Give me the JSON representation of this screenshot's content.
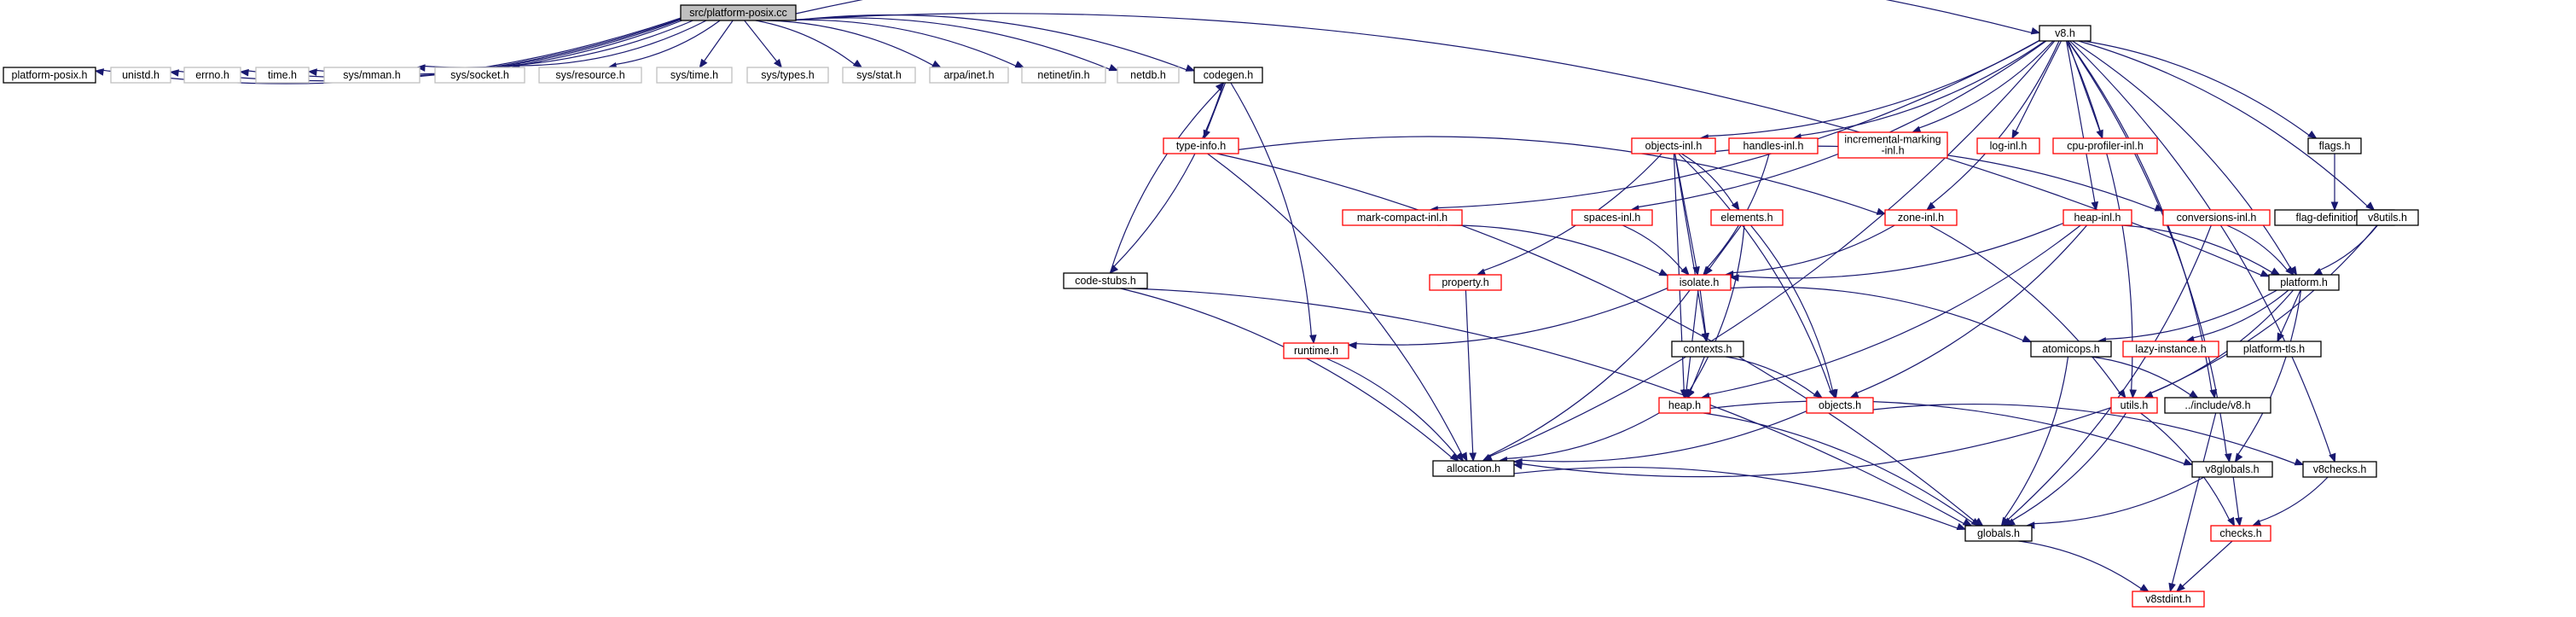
{
  "colors": {
    "edge": "#191970",
    "root_fill": "#bfbfbf",
    "black_border": "#000000",
    "gray_border": "#bfbfbf",
    "red_border": "#ff0000",
    "text": "#000000"
  },
  "nodes": [
    {
      "id": "platform-posix-cc",
      "label": "src/platform-posix.cc",
      "style": "root",
      "interactable": false
    },
    {
      "id": "platform-posix-h",
      "label": "platform-posix.h",
      "style": "black",
      "interactable": true
    },
    {
      "id": "unistd-h",
      "label": "unistd.h",
      "style": "gray",
      "interactable": false
    },
    {
      "id": "errno-h",
      "label": "errno.h",
      "style": "gray",
      "interactable": false
    },
    {
      "id": "time-h",
      "label": "time.h",
      "style": "gray",
      "interactable": false
    },
    {
      "id": "sys-mman-h",
      "label": "sys/mman.h",
      "style": "gray",
      "interactable": false
    },
    {
      "id": "sys-socket-h",
      "label": "sys/socket.h",
      "style": "gray",
      "interactable": false
    },
    {
      "id": "sys-resource-h",
      "label": "sys/resource.h",
      "style": "gray",
      "interactable": false
    },
    {
      "id": "sys-time-h",
      "label": "sys/time.h",
      "style": "gray",
      "interactable": false
    },
    {
      "id": "sys-types-h",
      "label": "sys/types.h",
      "style": "gray",
      "interactable": false
    },
    {
      "id": "sys-stat-h",
      "label": "sys/stat.h",
      "style": "gray",
      "interactable": false
    },
    {
      "id": "arpa-inet-h",
      "label": "arpa/inet.h",
      "style": "gray",
      "interactable": false
    },
    {
      "id": "netinet-in-h",
      "label": "netinet/in.h",
      "style": "gray",
      "interactable": false
    },
    {
      "id": "netdb-h",
      "label": "netdb.h",
      "style": "gray",
      "interactable": false
    },
    {
      "id": "codegen-h",
      "label": "codegen.h",
      "style": "black",
      "interactable": true
    },
    {
      "id": "v8-h",
      "label": "v8.h",
      "style": "black",
      "interactable": true
    },
    {
      "id": "type-info-h",
      "label": "type-info.h",
      "style": "red",
      "interactable": true
    },
    {
      "id": "code-stubs-h",
      "label": "code-stubs.h",
      "style": "black",
      "interactable": true
    },
    {
      "id": "objects-inl-h",
      "label": "objects-inl.h",
      "style": "red",
      "interactable": true
    },
    {
      "id": "handles-inl-h",
      "label": "handles-inl.h",
      "style": "red",
      "interactable": true
    },
    {
      "id": "incremental-marking-inl-h",
      "label": "incremental-marking\n-inl.h",
      "style": "red",
      "interactable": true
    },
    {
      "id": "log-inl-h",
      "label": "log-inl.h",
      "style": "red",
      "interactable": true
    },
    {
      "id": "cpu-profiler-inl-h",
      "label": "cpu-profiler-inl.h",
      "style": "red",
      "interactable": true
    },
    {
      "id": "flags-h",
      "label": "flags.h",
      "style": "black",
      "interactable": true
    },
    {
      "id": "flag-definitions-h",
      "label": "flag-definitions.h",
      "style": "black",
      "interactable": true
    },
    {
      "id": "mark-compact-inl-h",
      "label": "mark-compact-inl.h",
      "style": "red",
      "interactable": true
    },
    {
      "id": "spaces-inl-h",
      "label": "spaces-inl.h",
      "style": "red",
      "interactable": true
    },
    {
      "id": "elements-h",
      "label": "elements.h",
      "style": "red",
      "interactable": true
    },
    {
      "id": "zone-inl-h",
      "label": "zone-inl.h",
      "style": "red",
      "interactable": true
    },
    {
      "id": "heap-inl-h",
      "label": "heap-inl.h",
      "style": "red",
      "interactable": true
    },
    {
      "id": "conversions-inl-h",
      "label": "conversions-inl.h",
      "style": "red",
      "interactable": true
    },
    {
      "id": "v8utils-h",
      "label": "v8utils.h",
      "style": "black",
      "interactable": true
    },
    {
      "id": "property-h",
      "label": "property.h",
      "style": "red",
      "interactable": true
    },
    {
      "id": "isolate-h",
      "label": "isolate.h",
      "style": "red",
      "interactable": true
    },
    {
      "id": "platform-h",
      "label": "platform.h",
      "style": "black",
      "interactable": true
    },
    {
      "id": "runtime-h",
      "label": "runtime.h",
      "style": "red",
      "interactable": true
    },
    {
      "id": "contexts-h",
      "label": "contexts.h",
      "style": "black",
      "interactable": true
    },
    {
      "id": "atomicops-h",
      "label": "atomicops.h",
      "style": "black",
      "interactable": true
    },
    {
      "id": "lazy-instance-h",
      "label": "lazy-instance.h",
      "style": "red",
      "interactable": true
    },
    {
      "id": "platform-tls-h",
      "label": "platform-tls.h",
      "style": "black",
      "interactable": true
    },
    {
      "id": "heap-h",
      "label": "heap.h",
      "style": "red",
      "interactable": true
    },
    {
      "id": "objects-h",
      "label": "objects.h",
      "style": "red",
      "interactable": true
    },
    {
      "id": "utils-h",
      "label": "utils.h",
      "style": "red",
      "interactable": true
    },
    {
      "id": "include-v8-h",
      "label": "../include/v8.h",
      "style": "black",
      "interactable": true
    },
    {
      "id": "allocation-h",
      "label": "allocation.h",
      "style": "black",
      "interactable": true
    },
    {
      "id": "v8globals-h",
      "label": "v8globals.h",
      "style": "black",
      "interactable": true
    },
    {
      "id": "v8checks-h",
      "label": "v8checks.h",
      "style": "black",
      "interactable": true
    },
    {
      "id": "checks-h",
      "label": "checks.h",
      "style": "red",
      "interactable": true
    },
    {
      "id": "globals-h",
      "label": "globals.h",
      "style": "black",
      "interactable": true
    },
    {
      "id": "v8stdint-h",
      "label": "v8stdint.h",
      "style": "red",
      "interactable": true
    }
  ],
  "edges": [
    [
      "platform-posix-cc",
      "platform-posix-h"
    ],
    [
      "platform-posix-cc",
      "unistd-h"
    ],
    [
      "platform-posix-cc",
      "errno-h"
    ],
    [
      "platform-posix-cc",
      "time-h"
    ],
    [
      "platform-posix-cc",
      "sys-mman-h"
    ],
    [
      "platform-posix-cc",
      "sys-socket-h"
    ],
    [
      "platform-posix-cc",
      "sys-resource-h"
    ],
    [
      "platform-posix-cc",
      "sys-time-h"
    ],
    [
      "platform-posix-cc",
      "sys-types-h"
    ],
    [
      "platform-posix-cc",
      "sys-stat-h"
    ],
    [
      "platform-posix-cc",
      "arpa-inet-h"
    ],
    [
      "platform-posix-cc",
      "netinet-in-h"
    ],
    [
      "platform-posix-cc",
      "netdb-h"
    ],
    [
      "platform-posix-cc",
      "codegen-h"
    ],
    [
      "platform-posix-cc",
      "v8-h"
    ],
    [
      "platform-posix-cc",
      "platform-h"
    ],
    [
      "codegen-h",
      "type-info-h"
    ],
    [
      "codegen-h",
      "code-stubs-h"
    ],
    [
      "codegen-h",
      "runtime-h"
    ],
    [
      "code-stubs-h",
      "codegen-h"
    ],
    [
      "code-stubs-h",
      "allocation-h"
    ],
    [
      "code-stubs-h",
      "globals-h"
    ],
    [
      "type-info-h",
      "allocation-h"
    ],
    [
      "type-info-h",
      "globals-h"
    ],
    [
      "type-info-h",
      "zone-inl-h"
    ],
    [
      "v8-h",
      "objects-inl-h"
    ],
    [
      "v8-h",
      "handles-inl-h"
    ],
    [
      "v8-h",
      "incremental-marking-inl-h"
    ],
    [
      "v8-h",
      "log-inl-h"
    ],
    [
      "v8-h",
      "cpu-profiler-inl-h"
    ],
    [
      "v8-h",
      "flags-h"
    ],
    [
      "v8-h",
      "mark-compact-inl-h"
    ],
    [
      "v8-h",
      "spaces-inl-h"
    ],
    [
      "v8-h",
      "zone-inl-h"
    ],
    [
      "v8-h",
      "heap-inl-h"
    ],
    [
      "v8-h",
      "v8utils-h"
    ],
    [
      "v8-h",
      "allocation-h"
    ],
    [
      "v8-h",
      "utils-h"
    ],
    [
      "v8-h",
      "include-v8-h"
    ],
    [
      "v8-h",
      "v8globals-h"
    ],
    [
      "v8-h",
      "v8checks-h"
    ],
    [
      "v8-h",
      "platform-h"
    ],
    [
      "flags-h",
      "flag-definitions-h"
    ],
    [
      "objects-inl-h",
      "elements-h"
    ],
    [
      "objects-inl-h",
      "property-h"
    ],
    [
      "objects-inl-h",
      "isolate-h"
    ],
    [
      "objects-inl-h",
      "contexts-h"
    ],
    [
      "objects-inl-h",
      "heap-h"
    ],
    [
      "objects-inl-h",
      "objects-h"
    ],
    [
      "objects-inl-h",
      "conversions-inl-h"
    ],
    [
      "handles-inl-h",
      "isolate-h"
    ],
    [
      "mark-compact-inl-h",
      "isolate-h"
    ],
    [
      "spaces-inl-h",
      "isolate-h"
    ],
    [
      "elements-h",
      "isolate-h"
    ],
    [
      "elements-h",
      "objects-h"
    ],
    [
      "elements-h",
      "heap-h"
    ],
    [
      "zone-inl-h",
      "isolate-h"
    ],
    [
      "zone-inl-h",
      "utils-h"
    ],
    [
      "heap-inl-h",
      "isolate-h"
    ],
    [
      "heap-inl-h",
      "heap-h"
    ],
    [
      "heap-inl-h",
      "objects-h"
    ],
    [
      "heap-inl-h",
      "platform-h"
    ],
    [
      "conversions-inl-h",
      "platform-h"
    ],
    [
      "conversions-inl-h",
      "globals-h"
    ],
    [
      "v8utils-h",
      "platform-h"
    ],
    [
      "v8utils-h",
      "utils-h"
    ],
    [
      "property-h",
      "allocation-h"
    ],
    [
      "isolate-h",
      "runtime-h"
    ],
    [
      "isolate-h",
      "contexts-h"
    ],
    [
      "isolate-h",
      "atomicops-h"
    ],
    [
      "isolate-h",
      "heap-h"
    ],
    [
      "isolate-h",
      "allocation-h"
    ],
    [
      "platform-h",
      "atomicops-h"
    ],
    [
      "platform-h",
      "lazy-instance-h"
    ],
    [
      "platform-h",
      "platform-tls-h"
    ],
    [
      "platform-h",
      "utils-h"
    ],
    [
      "platform-h",
      "v8globals-h"
    ],
    [
      "runtime-h",
      "allocation-h"
    ],
    [
      "contexts-h",
      "heap-h"
    ],
    [
      "contexts-h",
      "objects-h"
    ],
    [
      "atomicops-h",
      "include-v8-h"
    ],
    [
      "atomicops-h",
      "globals-h"
    ],
    [
      "heap-h",
      "allocation-h"
    ],
    [
      "heap-h",
      "globals-h"
    ],
    [
      "heap-h",
      "v8globals-h"
    ],
    [
      "objects-h",
      "allocation-h"
    ],
    [
      "objects-h",
      "v8checks-h"
    ],
    [
      "utils-h",
      "allocation-h"
    ],
    [
      "utils-h",
      "globals-h"
    ],
    [
      "utils-h",
      "checks-h"
    ],
    [
      "include-v8-h",
      "v8stdint-h"
    ],
    [
      "allocation-h",
      "globals-h"
    ],
    [
      "v8globals-h",
      "checks-h"
    ],
    [
      "v8globals-h",
      "globals-h"
    ],
    [
      "v8checks-h",
      "checks-h"
    ],
    [
      "checks-h",
      "v8stdint-h"
    ],
    [
      "globals-h",
      "v8stdint-h"
    ]
  ]
}
